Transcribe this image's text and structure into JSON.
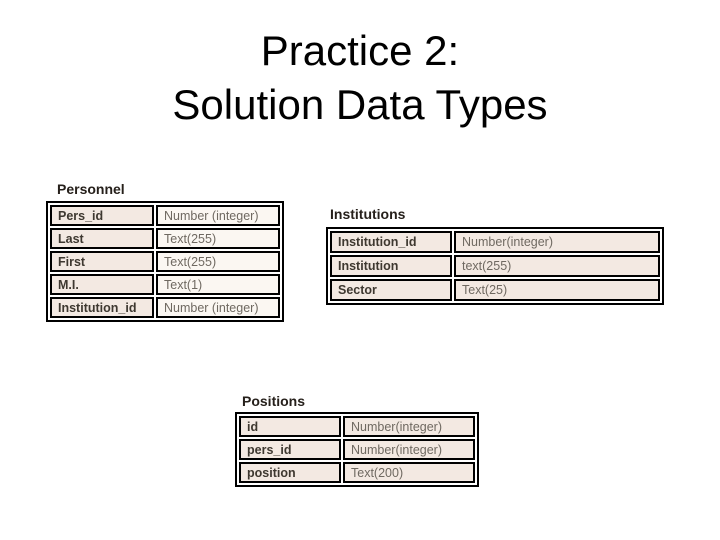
{
  "slide": {
    "title": {
      "line1": "Practice 2:",
      "line2": "Solution Data Types"
    }
  },
  "tables": {
    "personnel": {
      "heading": "Personnel",
      "rows": [
        {
          "field": "Pers_id",
          "type": "Number (integer)"
        },
        {
          "field": "Last",
          "type": "Text(255)"
        },
        {
          "field": "First",
          "type": "Text(255)"
        },
        {
          "field": "M.I.",
          "type": "Text(1)"
        },
        {
          "field": "Institution_id",
          "type": "Number (integer)"
        }
      ]
    },
    "institutions": {
      "heading": "Institutions",
      "rows": [
        {
          "field": "Institution_id",
          "type": "Number(integer)"
        },
        {
          "field": "Institution",
          "type": "text(255)"
        },
        {
          "field": "Sector",
          "type": "Text(25)"
        }
      ]
    },
    "positions": {
      "heading": "Positions",
      "rows": [
        {
          "field": "id",
          "type": "Number(integer)"
        },
        {
          "field": "pers_id",
          "type": "Number(integer)"
        },
        {
          "field": "position",
          "type": "Text(200)"
        }
      ]
    }
  },
  "colors": {
    "slide_bg": "#FFFFFF",
    "title_text": "#000000",
    "heading_text": "#26201B",
    "field_cell_bg": "#F3E9E2",
    "personnel_type_cell_bg": "#FBF7F2",
    "field_text": "#3E3830",
    "type_text": "#6F6961",
    "table_border": "#000000"
  }
}
